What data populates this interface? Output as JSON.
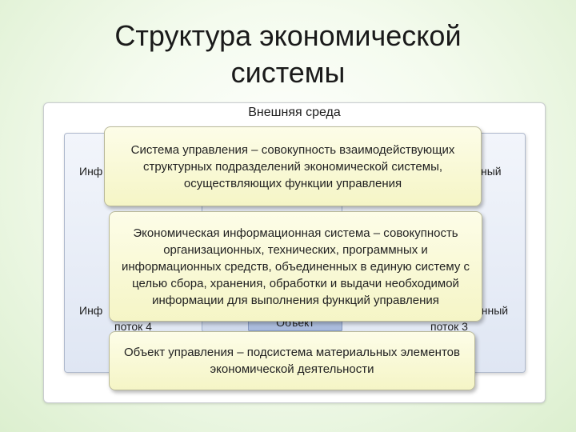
{
  "title": {
    "line1": "Структура экономической",
    "line2": "системы"
  },
  "diagram": {
    "environment_label": "Внешняя среда",
    "background_labels": {
      "left_top": "Инф",
      "right_top": "ный",
      "left_bottom": "Инф",
      "right_bottom": "онный",
      "flow_left": "поток 4",
      "flow_right": "поток 3",
      "object": "Объект"
    },
    "boxes": {
      "control_system": "Система управления – совокупность взаимодействующих структурных подразделений экономической системы, осуществляющих функции управления",
      "information_system": "Экономическая информационная система – совокупность организационных, технических, программных и информационных средств, объединенных в единую систему с целью сбора, хранения, обработки и выдачи необходимой информации для выполнения функций управления",
      "control_object": "Объект управления – подсистема материальных элементов экономической деятельности"
    }
  },
  "colors": {
    "box_fill": "#f5f5c6",
    "blue_panel": "#dfe6f3",
    "background_green": "#dcefcf"
  }
}
